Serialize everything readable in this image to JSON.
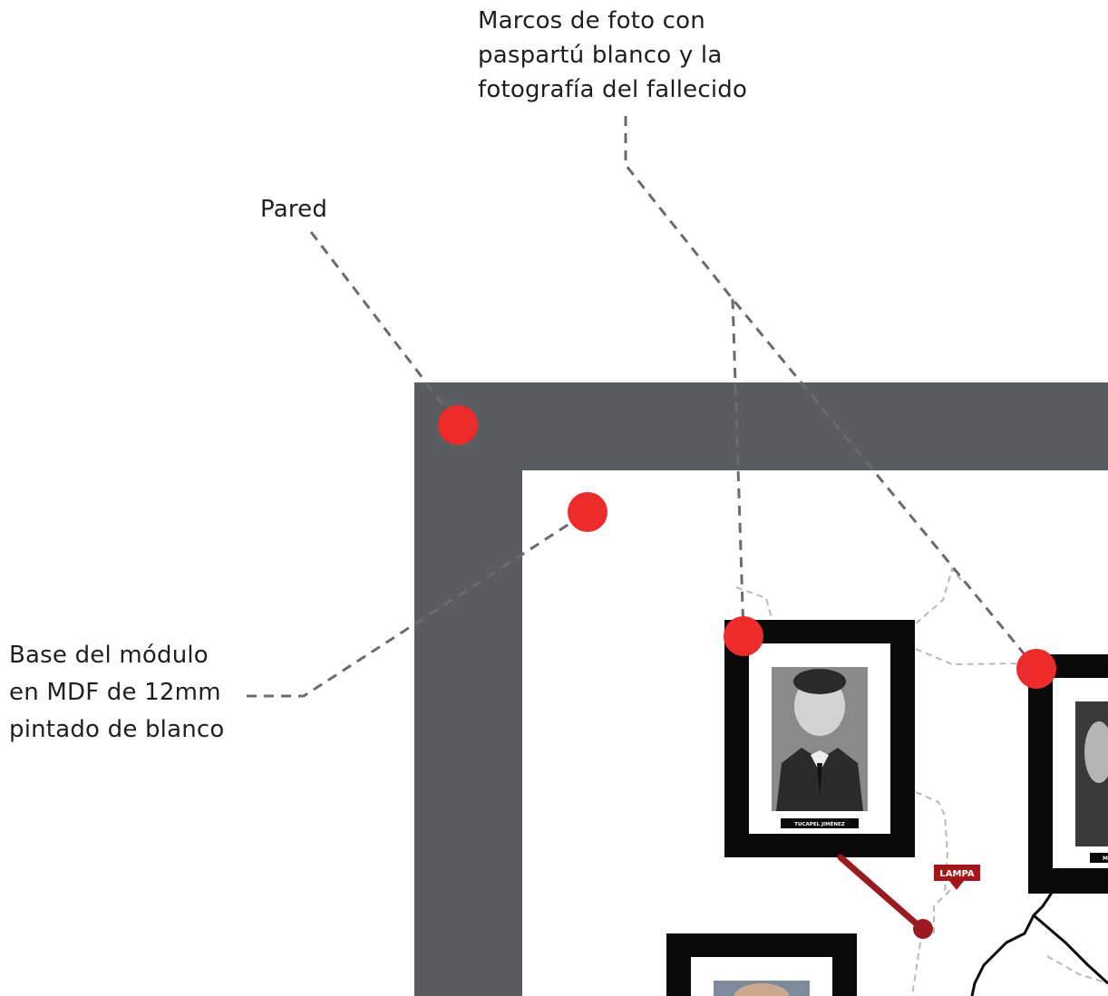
{
  "labels": {
    "frames": [
      "Marcos de foto con",
      "paspartú blanco y la",
      "fotografía del fallecido"
    ],
    "wall": "Pared",
    "base": [
      "Base del módulo",
      "en MDF de 12mm",
      "pintado de blanco"
    ]
  },
  "photos": {
    "first_caption": "TUCAPEL JIMÉNEZ",
    "second_caption_fragment": "M"
  },
  "map": {
    "place_label": "LAMPA"
  },
  "colors": {
    "wall": "#5a5d5f",
    "marker": "#ee2b2b",
    "leader": "#6b6b6b",
    "pin_line": "#9a1b1f",
    "frame": "#0a0a0a",
    "place_badge": "#a5161b"
  }
}
